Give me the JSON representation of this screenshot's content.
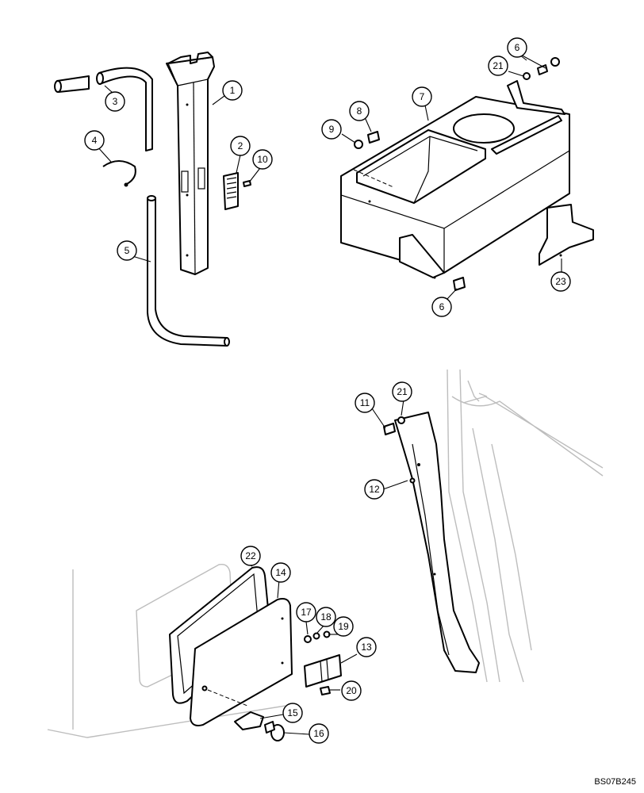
{
  "callouts": {
    "c1": "1",
    "c2": "2",
    "c3": "3",
    "c4": "4",
    "c5": "5",
    "c6a": "6",
    "c6b": "6",
    "c7": "7",
    "c8": "8",
    "c9": "9",
    "c10": "10",
    "c11": "11",
    "c12": "12",
    "c13": "13",
    "c14": "14",
    "c15": "15",
    "c16": "16",
    "c17": "17",
    "c18": "18",
    "c19": "19",
    "c20": "20",
    "c21a": "21",
    "c21b": "21",
    "c22": "22",
    "c23": "23"
  },
  "drawing_code": "BS07B245"
}
